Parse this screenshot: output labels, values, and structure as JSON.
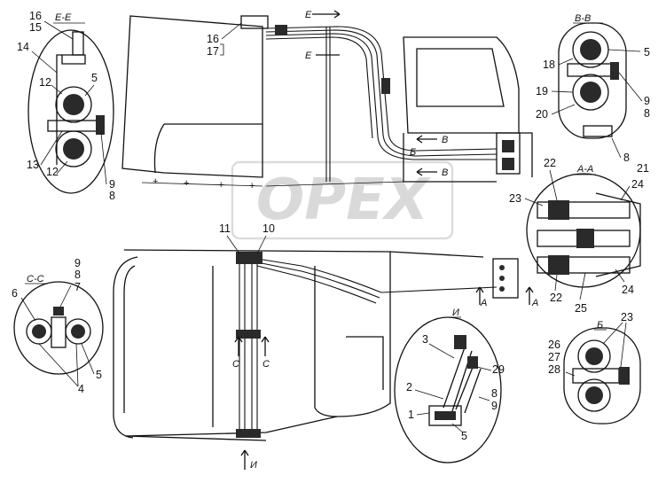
{
  "watermark": "OPEX",
  "sections": {
    "e_e": "E-E",
    "b_b": "B-B",
    "a_a": "A-A",
    "c_c": "C-C",
    "i_view": "И",
    "b_view": "Б"
  },
  "markers": {
    "e_top": "E",
    "e_bottom": "E",
    "b_top": "B",
    "b_bottom": "B",
    "b_cyr": "Б",
    "a_left": "A",
    "a_right": "A",
    "c_left": "C",
    "c_right": "C",
    "i_bottom": "И"
  },
  "labels": {
    "ee": [
      "16",
      "15",
      "14",
      "12",
      "5",
      "13",
      "12",
      "9",
      "8"
    ],
    "main_top": [
      "16",
      "17"
    ],
    "bb": [
      "5",
      "18",
      "19",
      "20",
      "9",
      "8",
      "8",
      "21"
    ],
    "aa": [
      "22",
      "23",
      "24",
      "22",
      "25",
      "24"
    ],
    "cc": [
      "9",
      "8",
      "7",
      "6",
      "5",
      "4"
    ],
    "mid": [
      "11",
      "10"
    ],
    "iv": [
      "3",
      "29",
      "2",
      "8",
      "9",
      "1",
      "5"
    ],
    "bv": [
      "26",
      "27",
      "28",
      "23"
    ]
  }
}
